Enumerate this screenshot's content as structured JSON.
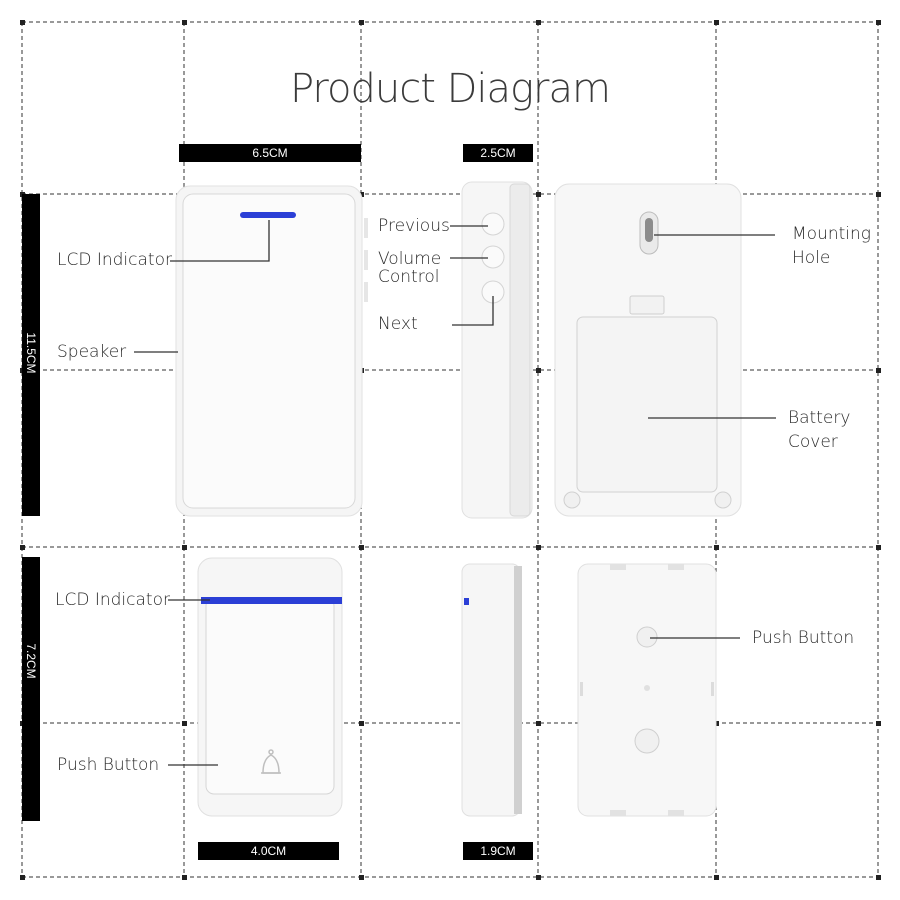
{
  "title": "Product Diagram",
  "dimensions": {
    "receiver_width": "6.5CM",
    "receiver_depth": "2.5CM",
    "receiver_height": "11.5CM",
    "transmitter_height": "7.2CM",
    "transmitter_width": "4.0CM",
    "transmitter_depth": "1.9CM"
  },
  "labels": {
    "lcd_indicator_top": "LCD Indicator",
    "speaker": "Speaker",
    "previous": "Previous",
    "volume_line1": "Volume",
    "volume_line2": "Control",
    "next": "Next",
    "mounting_line1": "Mounting",
    "mounting_line2": "Hole",
    "battery_line1": "Battery",
    "battery_line2": "Cover",
    "lcd_indicator_bottom": "LCD Indicator",
    "push_button_front": "Push Button",
    "push_button_back": "Push Button"
  },
  "colors": {
    "indicator_blue": "#2b3fd6",
    "device_white": "#f7f7f7",
    "device_edge": "#dcdcdc",
    "grid_line": "#333333"
  },
  "icons": {
    "doorbell": "bell-icon"
  }
}
